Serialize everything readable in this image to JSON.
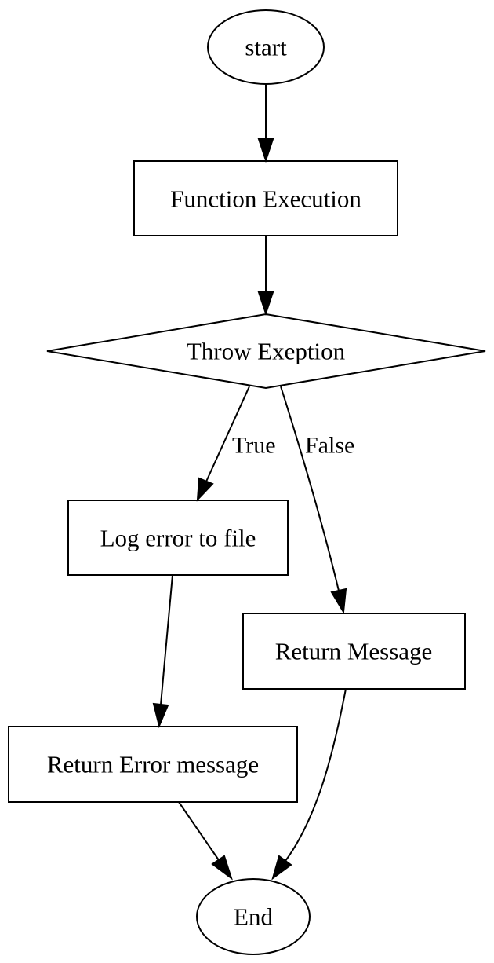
{
  "nodes": {
    "start": "start",
    "function_execution": "Function Execution",
    "throw_exception": "Throw Exeption",
    "log_error": "Log error to file",
    "return_message": "Return Message",
    "return_error_message": "Return Error message",
    "end": "End"
  },
  "edges": {
    "true_label": "True",
    "false_label": "False"
  }
}
